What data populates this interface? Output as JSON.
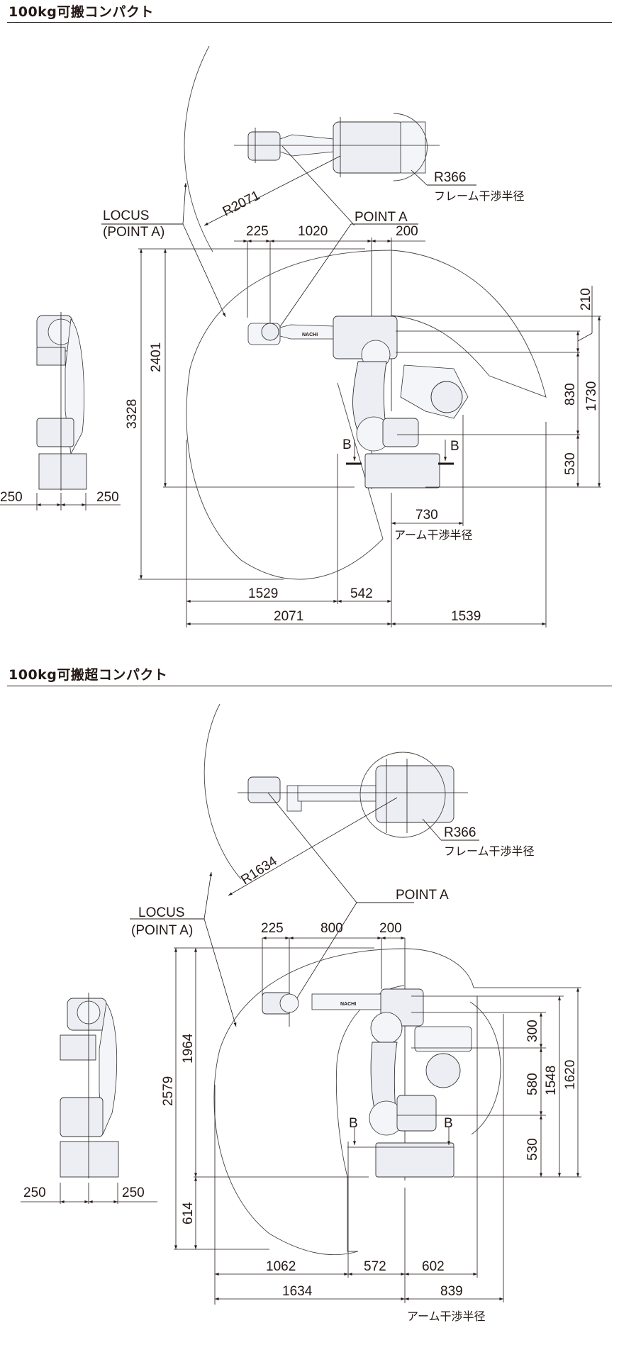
{
  "sections": [
    {
      "title": "100kg可搬コンパクト",
      "labels": {
        "locus_line1": "LOCUS",
        "locus_line2": "(POINT A)",
        "point_a": "POINT A",
        "reach_radius": "R2071",
        "frame_radius": "R366",
        "frame_radius_caption": "フレーム干渉半径",
        "arm_radius_caption": "アーム干渉半径",
        "section_mark_left": "B",
        "section_mark_right": "B"
      },
      "dimensions": {
        "side_left": "250",
        "side_right": "250",
        "top_wrist": "225",
        "top_arm": "1020",
        "top_offset": "200",
        "height_total": "3328",
        "height_top": "2401",
        "right_210": "210",
        "right_830": "830",
        "right_530": "530",
        "right_1730": "1730",
        "arm_radius": "730",
        "bottom_1529": "1529",
        "bottom_542": "542",
        "bottom_2071": "2071",
        "bottom_1539": "1539"
      }
    },
    {
      "title": "100kg可搬超コンパクト",
      "labels": {
        "locus_line1": "LOCUS",
        "locus_line2": "(POINT A)",
        "point_a": "POINT A",
        "reach_radius": "R1634",
        "frame_radius": "R366",
        "frame_radius_caption": "フレーム干渉半径",
        "arm_radius_caption": "アーム干渉半径",
        "section_mark_left": "B",
        "section_mark_right": "B"
      },
      "dimensions": {
        "side_left": "250",
        "side_right": "250",
        "top_wrist": "225",
        "top_arm": "800",
        "top_offset": "200",
        "height_total": "2579",
        "height_top": "1964",
        "height_bottom": "614",
        "right_300": "300",
        "right_580": "580",
        "right_530": "530",
        "right_1548": "1548",
        "right_1620": "1620",
        "bottom_1062": "1062",
        "bottom_572": "572",
        "bottom_602": "602",
        "bottom_1634": "1634",
        "bottom_839": "839"
      }
    }
  ],
  "brand_mark": "NACHI"
}
